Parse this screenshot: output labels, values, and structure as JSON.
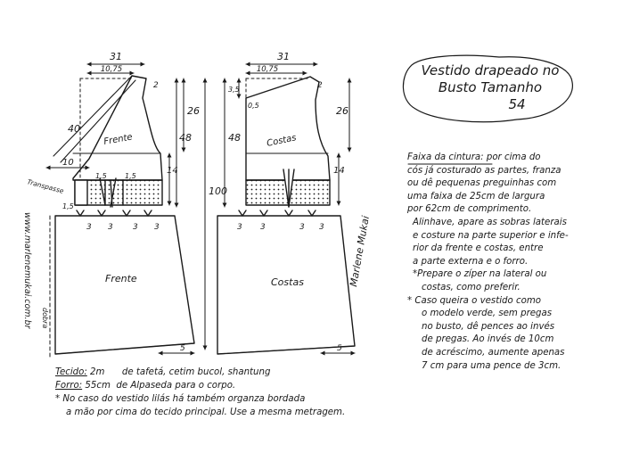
{
  "labels": {
    "front_width_top": "31",
    "back_width_top": "31",
    "front_shoulder_offset": "10,75",
    "back_shoulder_offset": "10,75",
    "front_neck_drop": "2",
    "back_neck_drop_a": "3,5",
    "back_neck_drop_b": "0,5",
    "back_neck_drop_c": "2",
    "front_diag_length": "40",
    "front_side_horiz": "10",
    "front_armhole_height": "26",
    "back_armhole_height": "26",
    "front_bodice_height": "48",
    "back_bodice_height": "48",
    "front_waist_band": "14",
    "back_waist_band": "14",
    "total_length": "100",
    "dart_1": "1,5",
    "dart_2": "1,5",
    "dart_3": "1,5",
    "front_pleat_a": "3",
    "front_pleat_b": "3",
    "front_pleat_c": "3",
    "front_pleat_d": "3",
    "back_pleat_a": "3",
    "back_pleat_b": "3",
    "back_pleat_c": "3",
    "back_pleat_d": "3",
    "front_hem_flare": "5",
    "back_hem_flare": "5",
    "front_piece_name": "Frente",
    "back_piece_name": "Costas",
    "front_skirt_name": "Frente",
    "back_skirt_name": "Costas",
    "fold_label": "dobra",
    "passthrough_label": "Transpasse",
    "website": "www.marlenemukai.com.br",
    "signature": "Marlene Mukai"
  },
  "title": {
    "line1": "Vestido drapeado no",
    "line2": "Busto Tamanho",
    "line3": "54"
  },
  "waistband_note": {
    "heading": "Faixa da cintura:",
    "lines": [
      "por cima do",
      "cós já costurado as partes, franza",
      "ou dê pequenas preguinhas com",
      "uma faixa de 25cm de largura",
      "por 62cm de comprimento.",
      "Alinhave, apare as sobras laterais",
      "e costure na parte superior e infe-",
      "rior da frente e costas, entre",
      "a parte externa e o forro."
    ],
    "zipper_note": "*Prepare o zíper na lateral ou",
    "zipper_note_2": "costas, como preferir.",
    "alt_note": [
      "* Caso queira o vestido como",
      "o modelo verde, sem pregas",
      "no busto, dê pences ao invés",
      "de pregas. Ao invés de 10cm",
      "de acréscimo, aumente apenas",
      "7 cm para uma pence de 3cm."
    ]
  },
  "fabric_notes": {
    "tecido_label": "Tecido:",
    "tecido_value": "2m      de tafetá, cetim bucol, shantung",
    "forro_label": "Forro:",
    "forro_value": "55cm  de Alpaseda para o corpo.",
    "lilac_note_1": "* No caso do vestido lilás há também organza bordada",
    "lilac_note_2": "a mão por cima do tecido principal. Use a mesma metragem."
  }
}
